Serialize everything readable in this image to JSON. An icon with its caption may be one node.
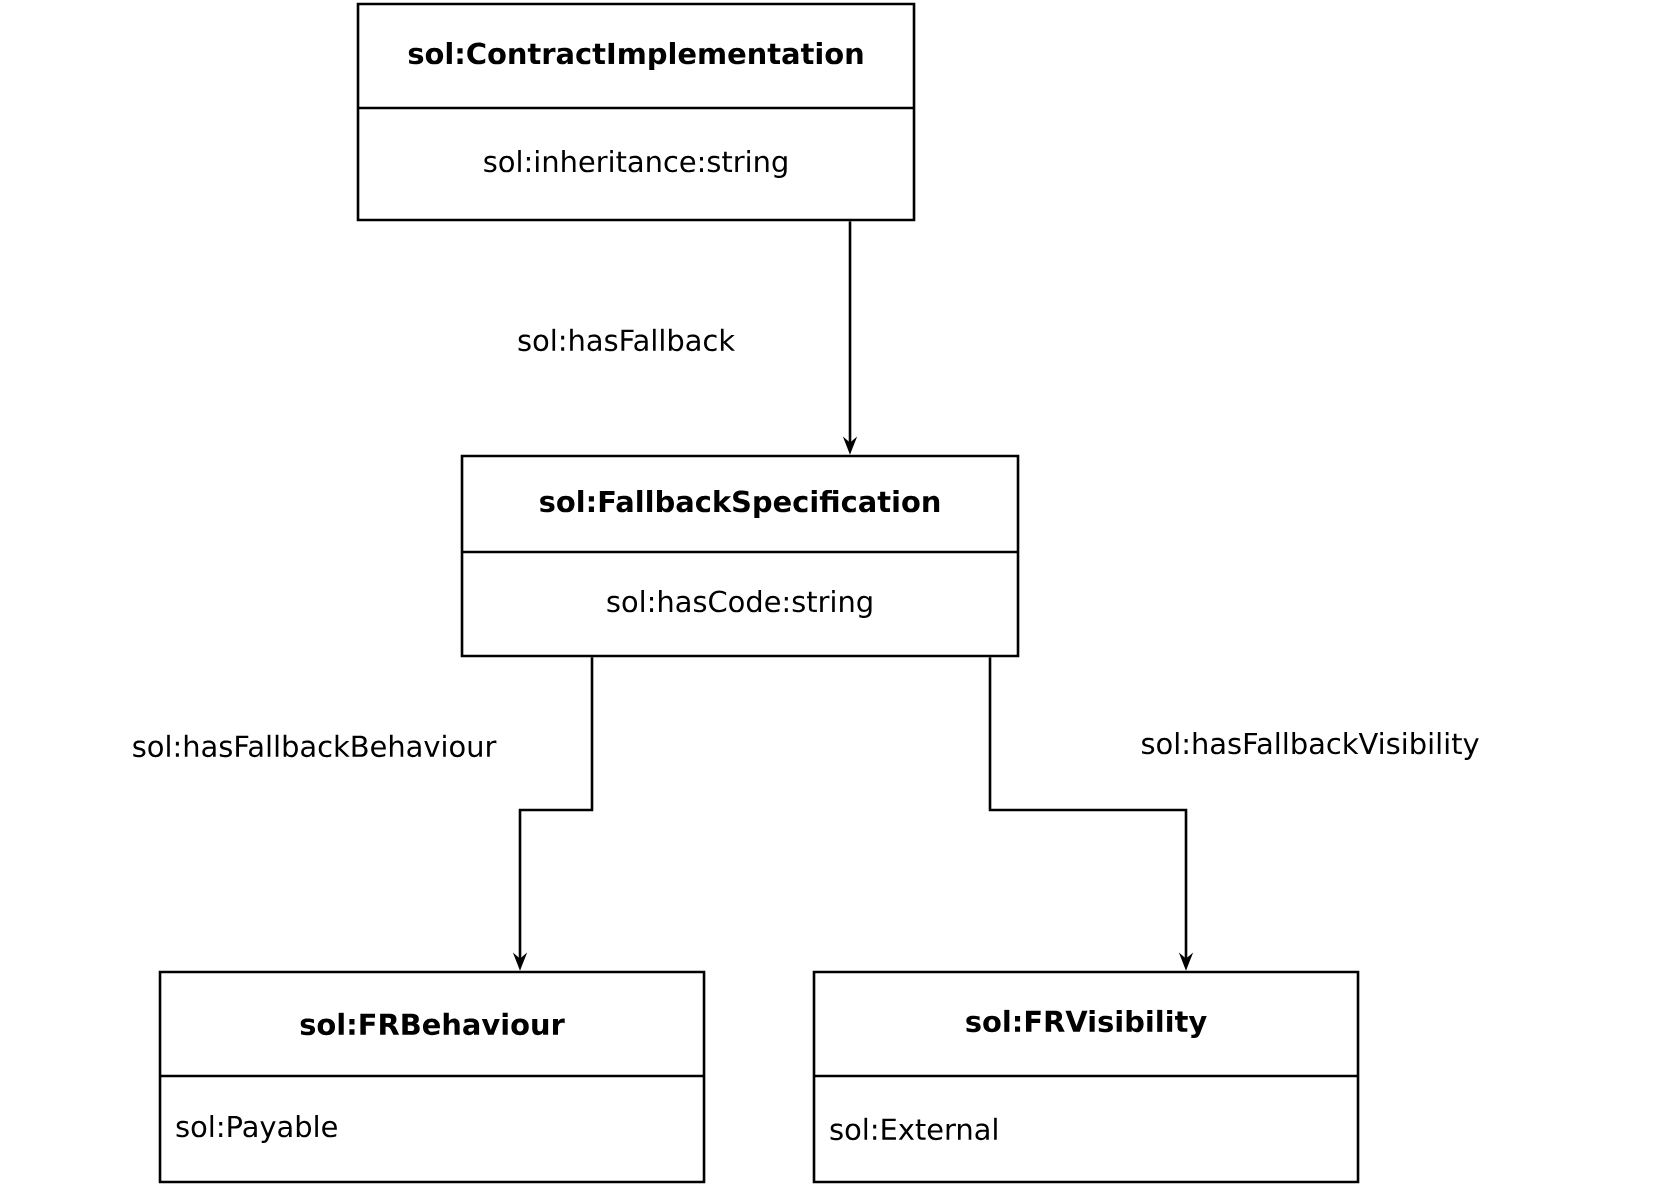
{
  "diagram": {
    "nodes": [
      {
        "text": [
          "sol:ContractImplementation",
          "sol:inheritance:string"
        ]
      },
      {
        "text": [
          "sol:FallbackSpecification",
          "sol:hasCode:string"
        ]
      },
      {
        "text": [
          "sol:FRBehaviour",
          "sol:Payable"
        ]
      },
      {
        "text": [
          "sol:FRVisibility",
          "sol:External"
        ]
      }
    ],
    "edges": [
      {
        "from": 0,
        "to": 1,
        "arrow": "to",
        "label": "sol:hasFallback"
      },
      {
        "from": 1,
        "to": 2,
        "arrow": "to",
        "label": "sol:hasFallbackBehaviour"
      },
      {
        "from": 1,
        "to": 3,
        "arrow": "to",
        "label": "sol:hasFallbackVisibility"
      }
    ]
  }
}
